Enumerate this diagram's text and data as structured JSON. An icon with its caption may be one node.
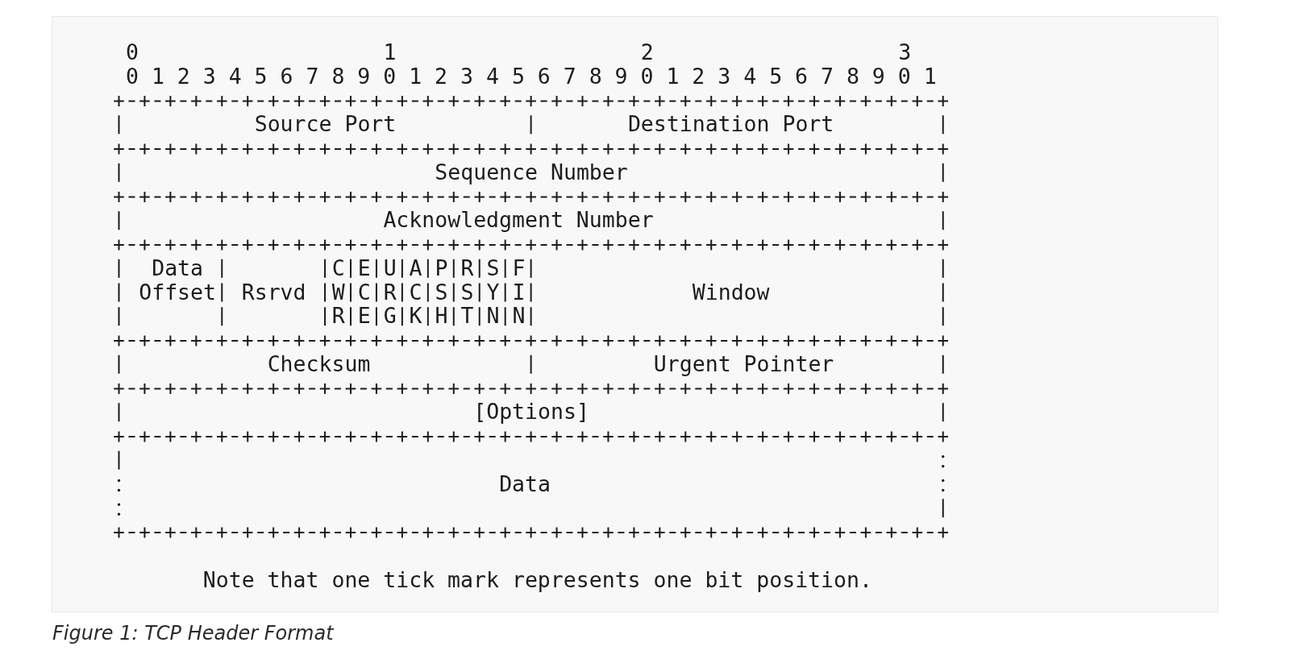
{
  "diagram": {
    "caption": "Figure 1: TCP Header Format",
    "nodes": [
      {
        "text": [
          "Source Port"
        ]
      },
      {
        "text": [
          "Destination Port"
        ]
      },
      {
        "text": [
          "Sequence Number"
        ]
      },
      {
        "text": [
          "Acknowledgment Number"
        ]
      },
      {
        "text": [
          "Data Offset"
        ]
      },
      {
        "text": [
          "Rsrvd"
        ]
      },
      {
        "text": [
          "C W R"
        ]
      },
      {
        "text": [
          "E C E"
        ]
      },
      {
        "text": [
          "U R G"
        ]
      },
      {
        "text": [
          "A C K"
        ]
      },
      {
        "text": [
          "P S H"
        ]
      },
      {
        "text": [
          "R S T"
        ]
      },
      {
        "text": [
          "S Y N"
        ]
      },
      {
        "text": [
          "F I N"
        ]
      },
      {
        "text": [
          "Window"
        ]
      },
      {
        "text": [
          "Checksum"
        ]
      },
      {
        "text": [
          "Urgent Pointer"
        ]
      },
      {
        "text": [
          "[Options]"
        ]
      },
      {
        "text": [
          "Data"
        ]
      }
    ],
    "labels": [
      "0",
      "1",
      "2",
      "3",
      "0 1 2 3 4 5 6 7 8 9 0 1 2 3 4 5 6 7 8 9 0 1 2 3 4 5 6 7 8 9 0 1",
      "Note that one tick mark represents one bit position."
    ]
  }
}
